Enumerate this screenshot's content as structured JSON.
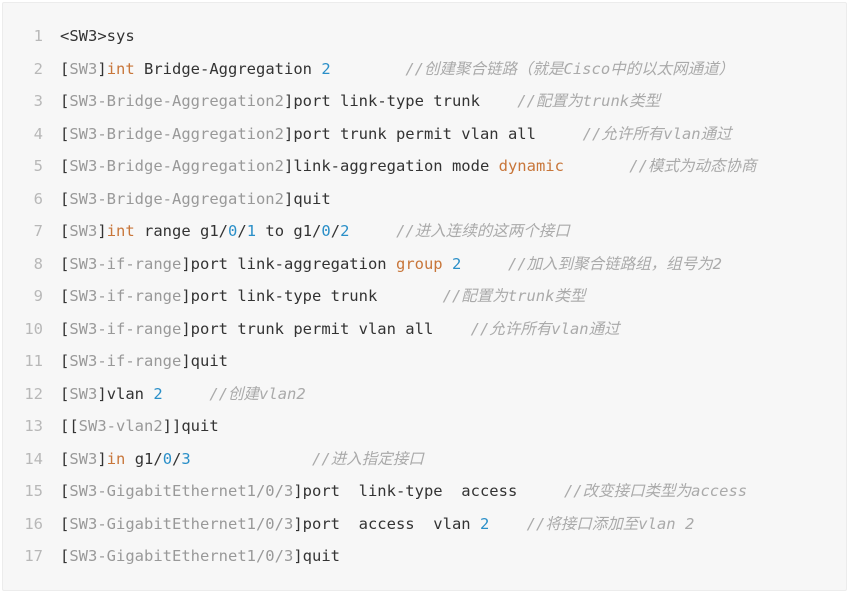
{
  "lines": [
    {
      "n": "1",
      "segs": [
        [
          "p",
          "<SW3>"
        ],
        [
          "t",
          "sys"
        ]
      ]
    },
    {
      "n": "2",
      "segs": [
        [
          "p",
          "["
        ],
        [
          "g",
          "SW3"
        ],
        [
          "p",
          "]"
        ],
        [
          "k",
          "int"
        ],
        [
          "t",
          " Bridge-Aggregation "
        ],
        [
          "n",
          "2"
        ],
        [
          "t",
          "        "
        ],
        [
          "c",
          "//创建聚合链路（就是Cisco中的以太网通道）"
        ]
      ]
    },
    {
      "n": "3",
      "segs": [
        [
          "p",
          "["
        ],
        [
          "g",
          "SW3-Bridge-Aggregation2"
        ],
        [
          "p",
          "]"
        ],
        [
          "t",
          "port link-type trunk    "
        ],
        [
          "c",
          "//配置为trunk类型"
        ]
      ]
    },
    {
      "n": "4",
      "segs": [
        [
          "p",
          "["
        ],
        [
          "g",
          "SW3-Bridge-Aggregation2"
        ],
        [
          "p",
          "]"
        ],
        [
          "t",
          "port trunk permit vlan all     "
        ],
        [
          "c",
          "//允许所有vlan通过"
        ]
      ]
    },
    {
      "n": "5",
      "segs": [
        [
          "p",
          "["
        ],
        [
          "g",
          "SW3-Bridge-Aggregation2"
        ],
        [
          "p",
          "]"
        ],
        [
          "t",
          "link-aggregation mode "
        ],
        [
          "k",
          "dynamic"
        ],
        [
          "t",
          "       "
        ],
        [
          "c",
          "//模式为动态协商"
        ]
      ]
    },
    {
      "n": "6",
      "segs": [
        [
          "p",
          "["
        ],
        [
          "g",
          "SW3-Bridge-Aggregation2"
        ],
        [
          "p",
          "]"
        ],
        [
          "t",
          "quit"
        ]
      ]
    },
    {
      "n": "7",
      "segs": [
        [
          "p",
          "["
        ],
        [
          "g",
          "SW3"
        ],
        [
          "p",
          "]"
        ],
        [
          "k",
          "int"
        ],
        [
          "t",
          " range g1/"
        ],
        [
          "n",
          "0"
        ],
        [
          "t",
          "/"
        ],
        [
          "n",
          "1"
        ],
        [
          "t",
          " to g1/"
        ],
        [
          "n",
          "0"
        ],
        [
          "t",
          "/"
        ],
        [
          "n",
          "2"
        ],
        [
          "t",
          "     "
        ],
        [
          "c",
          "//进入连续的这两个接口"
        ]
      ]
    },
    {
      "n": "8",
      "segs": [
        [
          "p",
          "["
        ],
        [
          "g",
          "SW3-if-range"
        ],
        [
          "p",
          "]"
        ],
        [
          "t",
          "port link-aggregation "
        ],
        [
          "k",
          "group"
        ],
        [
          "t",
          " "
        ],
        [
          "n",
          "2"
        ],
        [
          "t",
          "     "
        ],
        [
          "c",
          "//加入到聚合链路组，组号为2"
        ]
      ]
    },
    {
      "n": "9",
      "segs": [
        [
          "p",
          "["
        ],
        [
          "g",
          "SW3-if-range"
        ],
        [
          "p",
          "]"
        ],
        [
          "t",
          "port link-type trunk       "
        ],
        [
          "c",
          "//配置为trunk类型"
        ]
      ]
    },
    {
      "n": "10",
      "segs": [
        [
          "p",
          "["
        ],
        [
          "g",
          "SW3-if-range"
        ],
        [
          "p",
          "]"
        ],
        [
          "t",
          "port trunk permit vlan all    "
        ],
        [
          "c",
          "//允许所有vlan通过"
        ]
      ]
    },
    {
      "n": "11",
      "segs": [
        [
          "p",
          "["
        ],
        [
          "g",
          "SW3-if-range"
        ],
        [
          "p",
          "]"
        ],
        [
          "t",
          "quit"
        ]
      ]
    },
    {
      "n": "12",
      "segs": [
        [
          "p",
          "["
        ],
        [
          "g",
          "SW3"
        ],
        [
          "p",
          "]"
        ],
        [
          "t",
          "vlan "
        ],
        [
          "n",
          "2"
        ],
        [
          "t",
          "     "
        ],
        [
          "c",
          "//创建vlan2"
        ]
      ]
    },
    {
      "n": "13",
      "segs": [
        [
          "p",
          "[["
        ],
        [
          "g",
          "SW3-vlan2"
        ],
        [
          "p",
          "]]"
        ],
        [
          "t",
          "quit"
        ]
      ]
    },
    {
      "n": "14",
      "segs": [
        [
          "p",
          "["
        ],
        [
          "g",
          "SW3"
        ],
        [
          "p",
          "]"
        ],
        [
          "k",
          "in"
        ],
        [
          "t",
          " g1/"
        ],
        [
          "n",
          "0"
        ],
        [
          "t",
          "/"
        ],
        [
          "n",
          "3"
        ],
        [
          "t",
          "             "
        ],
        [
          "c",
          "//进入指定接口"
        ]
      ]
    },
    {
      "n": "15",
      "segs": [
        [
          "p",
          "["
        ],
        [
          "g",
          "SW3-GigabitEthernet1/0/3"
        ],
        [
          "p",
          "]"
        ],
        [
          "t",
          "port  link-type  access     "
        ],
        [
          "c",
          "//改变接口类型为access"
        ]
      ]
    },
    {
      "n": "16",
      "segs": [
        [
          "p",
          "["
        ],
        [
          "g",
          "SW3-GigabitEthernet1/0/3"
        ],
        [
          "p",
          "]"
        ],
        [
          "t",
          "port  access  vlan "
        ],
        [
          "n",
          "2"
        ],
        [
          "t",
          "    "
        ],
        [
          "c",
          "//将接口添加至vlan 2"
        ]
      ]
    },
    {
      "n": "17",
      "segs": [
        [
          "p",
          "["
        ],
        [
          "g",
          "SW3-GigabitEthernet1/0/3"
        ],
        [
          "p",
          "]"
        ],
        [
          "t",
          "quit"
        ]
      ]
    }
  ]
}
